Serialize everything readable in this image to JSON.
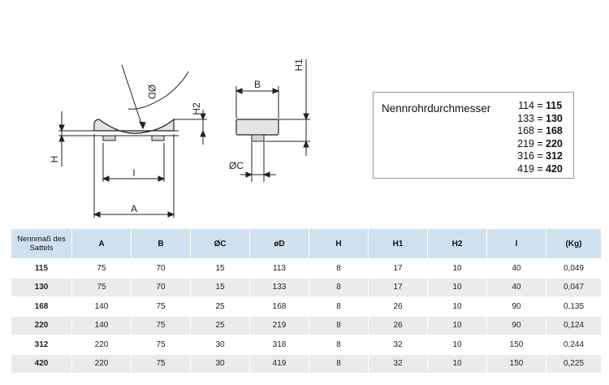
{
  "drawing": {
    "labels": {
      "od": "ØD",
      "h": "H",
      "h2": "H2",
      "l": "l",
      "a": "A",
      "b": "B",
      "h1": "H1",
      "oc": "ØC"
    }
  },
  "legend": {
    "title": "Nennrohrdurchmesser",
    "pairs": [
      {
        "from": "114",
        "eq": "=",
        "to": "115"
      },
      {
        "from": "133",
        "eq": "=",
        "to": "130"
      },
      {
        "from": "168",
        "eq": "=",
        "to": "168"
      },
      {
        "from": "219",
        "eq": "=",
        "to": "220"
      },
      {
        "from": "316",
        "eq": "=",
        "to": "312"
      },
      {
        "from": "419",
        "eq": "=",
        "to": "420"
      }
    ]
  },
  "table": {
    "headers": [
      "Nennmaß des Sattels",
      "A",
      "B",
      "ØC",
      "øD",
      "H",
      "H1",
      "H2",
      "l",
      "(Kg)"
    ],
    "rows": [
      [
        "115",
        "75",
        "70",
        "15",
        "113",
        "8",
        "17",
        "10",
        "40",
        "0,049"
      ],
      [
        "130",
        "75",
        "70",
        "15",
        "133",
        "8",
        "17",
        "10",
        "40",
        "0,047"
      ],
      [
        "168",
        "140",
        "75",
        "25",
        "168",
        "8",
        "26",
        "10",
        "90",
        "0,135"
      ],
      [
        "220",
        "140",
        "75",
        "25",
        "219",
        "8",
        "26",
        "10",
        "90",
        "0,124"
      ],
      [
        "312",
        "220",
        "75",
        "30",
        "318",
        "8",
        "32",
        "10",
        "150",
        "0,244"
      ],
      [
        "420",
        "220",
        "75",
        "30",
        "419",
        "8",
        "32",
        "10",
        "150",
        "0,225"
      ]
    ]
  },
  "colors": {
    "header_bg": "#cfe1ef",
    "row_alt_bg": "#ebebeb",
    "part_fill": "#e4e4e4",
    "line": "#222222"
  }
}
